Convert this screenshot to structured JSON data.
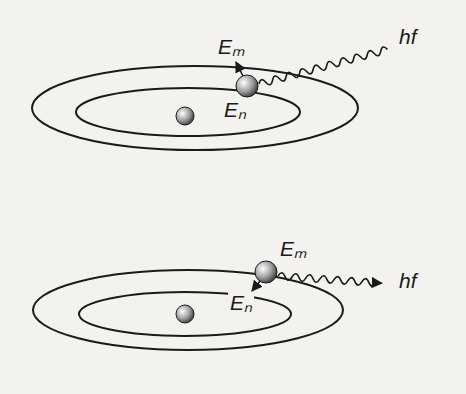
{
  "diagram": {
    "labels": [
      "Eₘ",
      "Eₙ",
      "hf",
      "Eₘ",
      "Eₙ",
      "hf"
    ]
  }
}
